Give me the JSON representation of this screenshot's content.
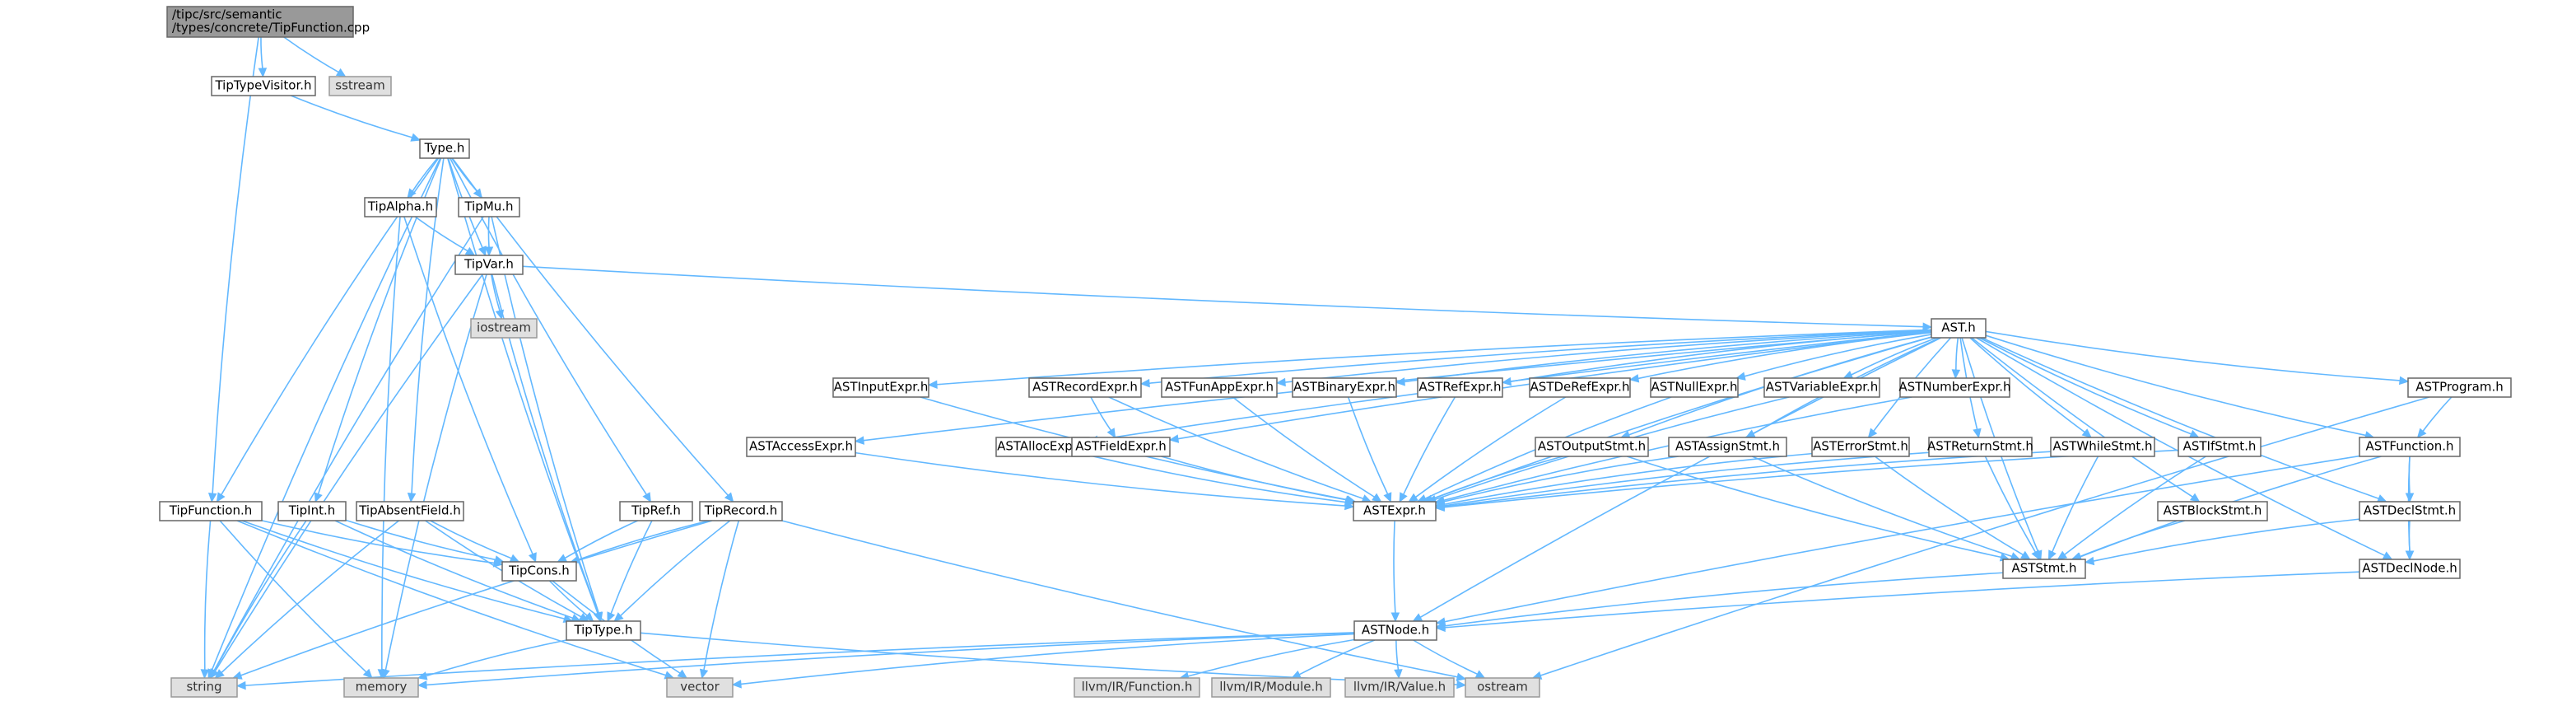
{
  "nodes": [
    {
      "id": "root",
      "kind": "root",
      "lines": [
        "/tipc/src/semantic",
        "/types/concrete/TipFunction.cpp"
      ]
    },
    {
      "id": "TipTypeVisitor",
      "kind": "normal",
      "lines": [
        "TipTypeVisitor.h"
      ]
    },
    {
      "id": "sstream",
      "kind": "ext",
      "lines": [
        "sstream"
      ]
    },
    {
      "id": "Type",
      "kind": "normal",
      "lines": [
        "Type.h"
      ]
    },
    {
      "id": "TipAlpha",
      "kind": "normal",
      "lines": [
        "TipAlpha.h"
      ]
    },
    {
      "id": "TipMu",
      "kind": "normal",
      "lines": [
        "TipMu.h"
      ]
    },
    {
      "id": "TipVar",
      "kind": "normal",
      "lines": [
        "TipVar.h"
      ]
    },
    {
      "id": "iostream",
      "kind": "ext",
      "lines": [
        "iostream"
      ]
    },
    {
      "id": "AST",
      "kind": "normal",
      "lines": [
        "AST.h"
      ]
    },
    {
      "id": "ASTInputExpr",
      "kind": "normal",
      "lines": [
        "ASTInputExpr.h"
      ]
    },
    {
      "id": "ASTRecordExpr",
      "kind": "normal",
      "lines": [
        "ASTRecordExpr.h"
      ]
    },
    {
      "id": "ASTFunAppExpr",
      "kind": "normal",
      "lines": [
        "ASTFunAppExpr.h"
      ]
    },
    {
      "id": "ASTBinaryExpr",
      "kind": "normal",
      "lines": [
        "ASTBinaryExpr.h"
      ]
    },
    {
      "id": "ASTRefExpr",
      "kind": "normal",
      "lines": [
        "ASTRefExpr.h"
      ]
    },
    {
      "id": "ASTDeRefExpr",
      "kind": "normal",
      "lines": [
        "ASTDeRefExpr.h"
      ]
    },
    {
      "id": "ASTNullExpr",
      "kind": "normal",
      "lines": [
        "ASTNullExpr.h"
      ]
    },
    {
      "id": "ASTVariableExpr",
      "kind": "normal",
      "lines": [
        "ASTVariableExpr.h"
      ]
    },
    {
      "id": "ASTNumberExpr",
      "kind": "normal",
      "lines": [
        "ASTNumberExpr.h"
      ]
    },
    {
      "id": "ASTProgram",
      "kind": "normal",
      "lines": [
        "ASTProgram.h"
      ]
    },
    {
      "id": "ASTAccessExpr",
      "kind": "normal",
      "lines": [
        "ASTAccessExpr.h"
      ]
    },
    {
      "id": "ASTAllocExpr",
      "kind": "normal",
      "lines": [
        "ASTAllocExpr.h"
      ]
    },
    {
      "id": "ASTFieldExpr",
      "kind": "normal",
      "lines": [
        "ASTFieldExpr.h"
      ]
    },
    {
      "id": "ASTOutputStmt",
      "kind": "normal",
      "lines": [
        "ASTOutputStmt.h"
      ]
    },
    {
      "id": "ASTAssignStmt",
      "kind": "normal",
      "lines": [
        "ASTAssignStmt.h"
      ]
    },
    {
      "id": "ASTErrorStmt",
      "kind": "normal",
      "lines": [
        "ASTErrorStmt.h"
      ]
    },
    {
      "id": "ASTReturnStmt",
      "kind": "normal",
      "lines": [
        "ASTReturnStmt.h"
      ]
    },
    {
      "id": "ASTWhileStmt",
      "kind": "normal",
      "lines": [
        "ASTWhileStmt.h"
      ]
    },
    {
      "id": "ASTIfStmt",
      "kind": "normal",
      "lines": [
        "ASTIfStmt.h"
      ]
    },
    {
      "id": "ASTFunction",
      "kind": "normal",
      "lines": [
        "ASTFunction.h"
      ]
    },
    {
      "id": "ASTExpr",
      "kind": "normal",
      "lines": [
        "ASTExpr.h"
      ]
    },
    {
      "id": "ASTBlockStmt",
      "kind": "normal",
      "lines": [
        "ASTBlockStmt.h"
      ]
    },
    {
      "id": "ASTDeclStmt",
      "kind": "normal",
      "lines": [
        "ASTDeclStmt.h"
      ]
    },
    {
      "id": "ASTStmt",
      "kind": "normal",
      "lines": [
        "ASTStmt.h"
      ]
    },
    {
      "id": "ASTDeclNode",
      "kind": "normal",
      "lines": [
        "ASTDeclNode.h"
      ]
    },
    {
      "id": "ASTNode",
      "kind": "normal",
      "lines": [
        "ASTNode.h"
      ]
    },
    {
      "id": "TipFunction",
      "kind": "normal",
      "lines": [
        "TipFunction.h"
      ]
    },
    {
      "id": "TipInt",
      "kind": "normal",
      "lines": [
        "TipInt.h"
      ]
    },
    {
      "id": "TipAbsentField",
      "kind": "normal",
      "lines": [
        "TipAbsentField.h"
      ]
    },
    {
      "id": "TipRef",
      "kind": "normal",
      "lines": [
        "TipRef.h"
      ]
    },
    {
      "id": "TipRecord",
      "kind": "normal",
      "lines": [
        "TipRecord.h"
      ]
    },
    {
      "id": "TipCons",
      "kind": "normal",
      "lines": [
        "TipCons.h"
      ]
    },
    {
      "id": "TipType",
      "kind": "normal",
      "lines": [
        "TipType.h"
      ]
    },
    {
      "id": "string",
      "kind": "ext",
      "lines": [
        "string"
      ]
    },
    {
      "id": "memory",
      "kind": "ext",
      "lines": [
        "memory"
      ]
    },
    {
      "id": "vector",
      "kind": "ext",
      "lines": [
        "vector"
      ]
    },
    {
      "id": "ostream",
      "kind": "ext",
      "lines": [
        "ostream"
      ]
    },
    {
      "id": "llvmFunction",
      "kind": "ext",
      "lines": [
        "llvm/IR/Function.h"
      ]
    },
    {
      "id": "llvmModule",
      "kind": "ext",
      "lines": [
        "llvm/IR/Module.h"
      ]
    },
    {
      "id": "llvmValue",
      "kind": "ext",
      "lines": [
        "llvm/IR/Value.h"
      ]
    }
  ],
  "edges": [
    [
      "root",
      "TipTypeVisitor"
    ],
    [
      "root",
      "sstream"
    ],
    [
      "root",
      "TipFunction"
    ],
    [
      "TipTypeVisitor",
      "Type"
    ],
    [
      "Type",
      "TipAlpha"
    ],
    [
      "Type",
      "TipMu"
    ],
    [
      "Type",
      "TipVar"
    ],
    [
      "Type",
      "TipFunction"
    ],
    [
      "Type",
      "TipInt"
    ],
    [
      "Type",
      "TipAbsentField"
    ],
    [
      "Type",
      "TipRef"
    ],
    [
      "Type",
      "TipRecord"
    ],
    [
      "Type",
      "TipType"
    ],
    [
      "Type",
      "string"
    ],
    [
      "TipAlpha",
      "TipVar"
    ],
    [
      "TipAlpha",
      "TipCons"
    ],
    [
      "TipAlpha",
      "memory"
    ],
    [
      "TipMu",
      "TipVar"
    ],
    [
      "TipMu",
      "TipType"
    ],
    [
      "TipMu",
      "string"
    ],
    [
      "TipVar",
      "iostream"
    ],
    [
      "TipVar",
      "AST"
    ],
    [
      "TipVar",
      "TipType"
    ],
    [
      "TipVar",
      "string"
    ],
    [
      "TipVar",
      "memory"
    ],
    [
      "AST",
      "ASTInputExpr"
    ],
    [
      "AST",
      "ASTRecordExpr"
    ],
    [
      "AST",
      "ASTFunAppExpr"
    ],
    [
      "AST",
      "ASTBinaryExpr"
    ],
    [
      "AST",
      "ASTRefExpr"
    ],
    [
      "AST",
      "ASTDeRefExpr"
    ],
    [
      "AST",
      "ASTNullExpr"
    ],
    [
      "AST",
      "ASTVariableExpr"
    ],
    [
      "AST",
      "ASTNumberExpr"
    ],
    [
      "AST",
      "ASTProgram"
    ],
    [
      "AST",
      "ASTAccessExpr"
    ],
    [
      "AST",
      "ASTAllocExpr"
    ],
    [
      "AST",
      "ASTFieldExpr"
    ],
    [
      "AST",
      "ASTOutputStmt"
    ],
    [
      "AST",
      "ASTAssignStmt"
    ],
    [
      "AST",
      "ASTErrorStmt"
    ],
    [
      "AST",
      "ASTReturnStmt"
    ],
    [
      "AST",
      "ASTWhileStmt"
    ],
    [
      "AST",
      "ASTIfStmt"
    ],
    [
      "AST",
      "ASTFunction"
    ],
    [
      "AST",
      "ASTExpr"
    ],
    [
      "AST",
      "ASTBlockStmt"
    ],
    [
      "AST",
      "ASTDeclStmt"
    ],
    [
      "AST",
      "ASTStmt"
    ],
    [
      "AST",
      "ASTDeclNode"
    ],
    [
      "AST",
      "ASTNode"
    ],
    [
      "ASTInputExpr",
      "ASTExpr"
    ],
    [
      "ASTRecordExpr",
      "ASTFieldExpr"
    ],
    [
      "ASTRecordExpr",
      "ASTExpr"
    ],
    [
      "ASTFunAppExpr",
      "ASTExpr"
    ],
    [
      "ASTBinaryExpr",
      "ASTExpr"
    ],
    [
      "ASTRefExpr",
      "ASTExpr"
    ],
    [
      "ASTDeRefExpr",
      "ASTExpr"
    ],
    [
      "ASTNullExpr",
      "ASTExpr"
    ],
    [
      "ASTVariableExpr",
      "ASTExpr"
    ],
    [
      "ASTNumberExpr",
      "ASTExpr"
    ],
    [
      "ASTAccessExpr",
      "ASTExpr"
    ],
    [
      "ASTAllocExpr",
      "ASTExpr"
    ],
    [
      "ASTFieldExpr",
      "ASTExpr"
    ],
    [
      "ASTOutputStmt",
      "ASTExpr"
    ],
    [
      "ASTOutputStmt",
      "ASTStmt"
    ],
    [
      "ASTAssignStmt",
      "ASTExpr"
    ],
    [
      "ASTAssignStmt",
      "ASTStmt"
    ],
    [
      "ASTErrorStmt",
      "ASTExpr"
    ],
    [
      "ASTErrorStmt",
      "ASTStmt"
    ],
    [
      "ASTReturnStmt",
      "ASTExpr"
    ],
    [
      "ASTReturnStmt",
      "ASTStmt"
    ],
    [
      "ASTWhileStmt",
      "ASTExpr"
    ],
    [
      "ASTWhileStmt",
      "ASTStmt"
    ],
    [
      "ASTIfStmt",
      "ASTExpr"
    ],
    [
      "ASTIfStmt",
      "ASTStmt"
    ],
    [
      "ASTProgram",
      "ASTFunction"
    ],
    [
      "ASTProgram",
      "ostream"
    ],
    [
      "ASTFunction",
      "ASTDeclStmt"
    ],
    [
      "ASTFunction",
      "ASTStmt"
    ],
    [
      "ASTFunction",
      "ASTDeclNode"
    ],
    [
      "ASTFunction",
      "ASTNode"
    ],
    [
      "ASTBlockStmt",
      "ASTStmt"
    ],
    [
      "ASTDeclStmt",
      "ASTStmt"
    ],
    [
      "ASTDeclStmt",
      "ASTDeclNode"
    ],
    [
      "ASTDeclNode",
      "ASTNode"
    ],
    [
      "ASTExpr",
      "ASTNode"
    ],
    [
      "ASTStmt",
      "ASTNode"
    ],
    [
      "ASTNode",
      "string"
    ],
    [
      "ASTNode",
      "memory"
    ],
    [
      "ASTNode",
      "vector"
    ],
    [
      "ASTNode",
      "ostream"
    ],
    [
      "ASTNode",
      "llvmFunction"
    ],
    [
      "ASTNode",
      "llvmModule"
    ],
    [
      "ASTNode",
      "llvmValue"
    ],
    [
      "TipFunction",
      "TipCons"
    ],
    [
      "TipFunction",
      "TipType"
    ],
    [
      "TipFunction",
      "string"
    ],
    [
      "TipFunction",
      "memory"
    ],
    [
      "TipFunction",
      "vector"
    ],
    [
      "TipInt",
      "TipCons"
    ],
    [
      "TipInt",
      "TipType"
    ],
    [
      "TipInt",
      "string"
    ],
    [
      "TipAbsentField",
      "TipCons"
    ],
    [
      "TipAbsentField",
      "TipType"
    ],
    [
      "TipAbsentField",
      "string"
    ],
    [
      "TipRef",
      "TipCons"
    ],
    [
      "TipRef",
      "TipType"
    ],
    [
      "TipRecord",
      "TipCons"
    ],
    [
      "TipRecord",
      "TipType"
    ],
    [
      "TipRecord",
      "string"
    ],
    [
      "TipRecord",
      "vector"
    ],
    [
      "TipRecord",
      "ostream"
    ],
    [
      "TipCons",
      "TipType"
    ],
    [
      "TipCons",
      "vector"
    ],
    [
      "TipType",
      "memory"
    ],
    [
      "TipType",
      "ostream"
    ]
  ]
}
